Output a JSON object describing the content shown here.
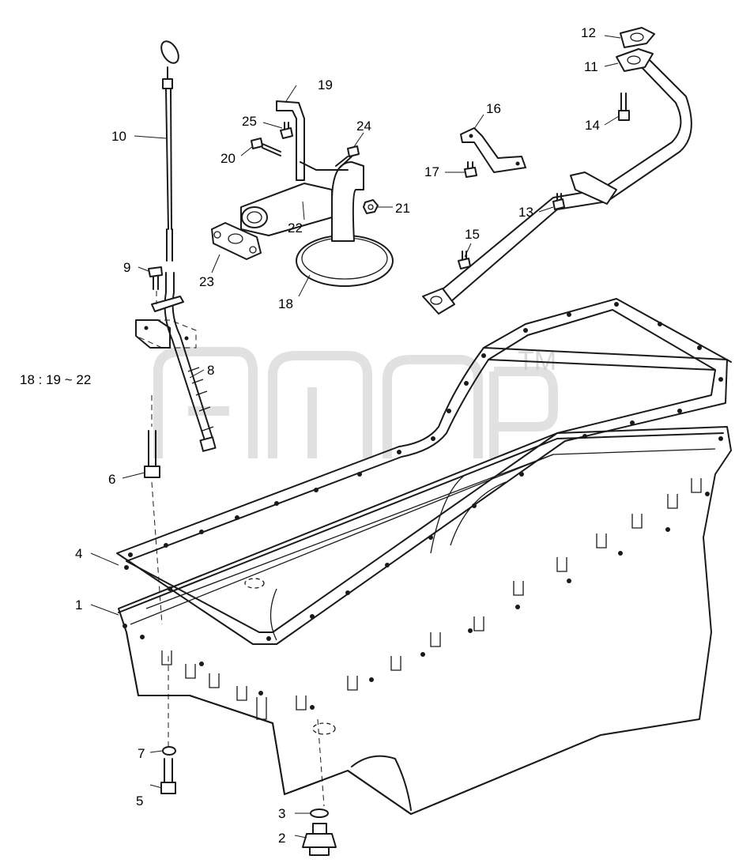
{
  "labels": {
    "p1": "1",
    "p2": "2",
    "p3": "3",
    "p4": "4",
    "p5": "5",
    "p6": "6",
    "p7": "7",
    "p8": "8",
    "p9": "9",
    "p10": "10",
    "p11": "11",
    "p12": "12",
    "p13": "13",
    "p14": "14",
    "p15": "15",
    "p16": "16",
    "p17": "17",
    "p18": "18",
    "p19": "19",
    "p20": "20",
    "p21": "21",
    "p22": "22",
    "p23": "23",
    "p24": "24",
    "p25": "25"
  },
  "note": "18 : 19 ~ 22",
  "watermark": {
    "mark": "TM"
  },
  "colors": {
    "line": "#1a1a1a",
    "watermark": "#c9c9c9",
    "background": "#ffffff"
  }
}
